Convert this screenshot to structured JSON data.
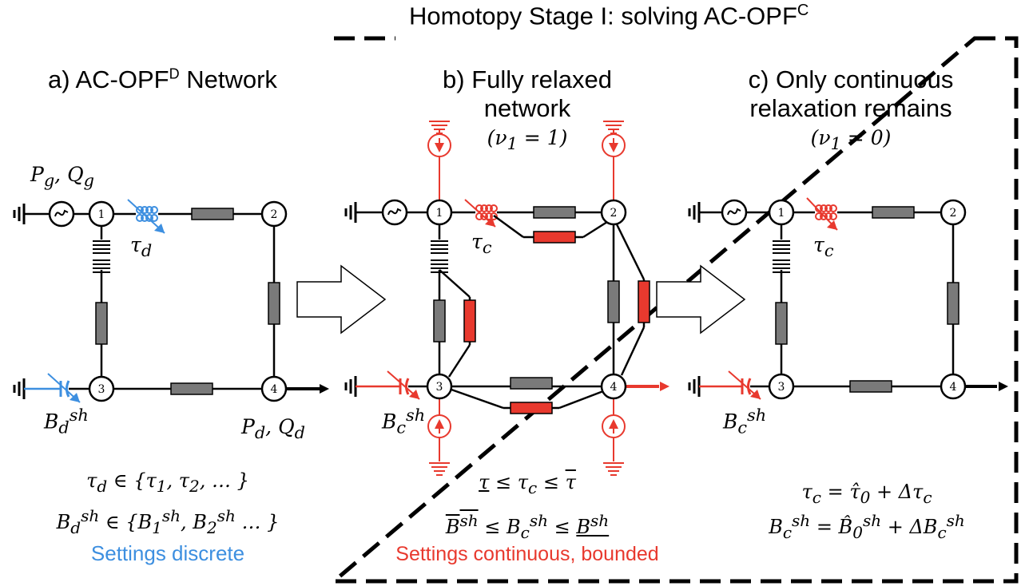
{
  "colors": {
    "black": "#000000",
    "blue": "#3d8fe0",
    "red": "#e8392e",
    "gray": "#7a7a7a"
  },
  "stage": {
    "title": "Homotopy Stage I: solving AC-OPF",
    "title_sup": "C"
  },
  "panel_a": {
    "title": "a) AC-OPF",
    "title_sup": "D",
    "title_suffix": " Network",
    "gen_label": "P_g, Q_g",
    "tap_label": "τ_d",
    "shunt_label": "B_d^sh",
    "load_label": "P_d, Q_d",
    "constraint_1": "τ_d ∈ {τ_1, τ_2, … }",
    "constraint_2": "B_d^sh ∈ {B_1^sh, B_2^sh … }",
    "settings": "Settings discrete"
  },
  "panel_b": {
    "title_line1": "b) Fully relaxed",
    "title_line2": "network",
    "nu": "(ν_1 = 1)",
    "tap_label": "τ_c",
    "shunt_label": "B_c^sh",
    "constraint_1": "τ ≤ τ_c ≤ τ̄",
    "constraint_2": "B^sh ≤ B_c^sh ≤ B^sh",
    "settings": "Settings continuous, bounded"
  },
  "panel_c": {
    "title_line1": "c) Only continuous",
    "title_line2": "relaxation remains",
    "nu": "(ν_1 = 0)",
    "tap_label": "τ_c",
    "shunt_label": "B_c^sh",
    "constraint_1": "τ_c = τ̂_0 + Δτ_c",
    "constraint_2": "B_c^sh = B̂_0^sh + ΔB_c^sh"
  },
  "bus_labels": [
    "1",
    "2",
    "3",
    "4"
  ]
}
